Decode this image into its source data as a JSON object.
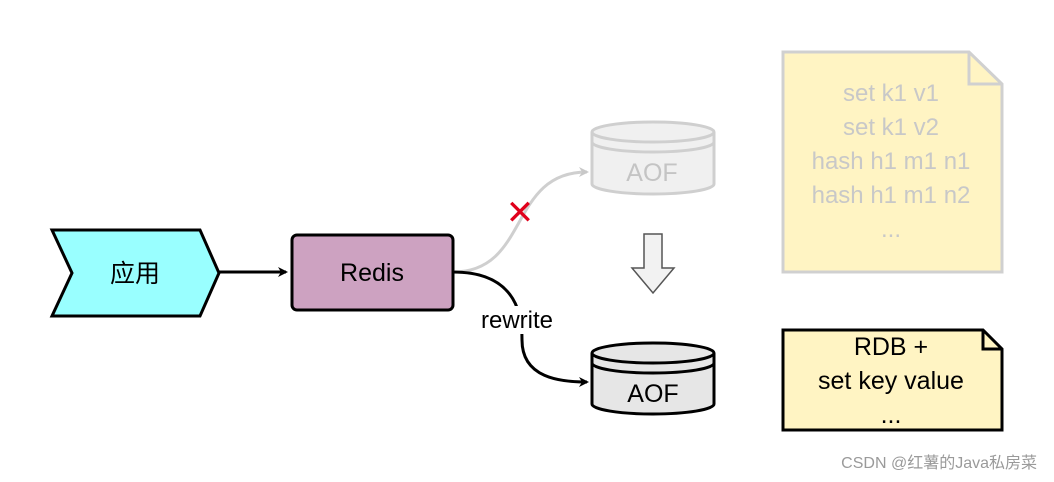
{
  "nodes": {
    "app": {
      "label": "应用",
      "fill": "#99ffff"
    },
    "redis": {
      "label": "Redis",
      "fill": "#cda2c1"
    },
    "aof_old": {
      "label": "AOF",
      "fill": "#f0f0f0"
    },
    "aof_new": {
      "label": "AOF",
      "fill": "#e6e6e6"
    }
  },
  "edges": {
    "rewrite_label": "rewrite",
    "blocked_mark": "✕"
  },
  "notes": {
    "old_commands": [
      "set k1 v1",
      "set k1 v2",
      "hash h1 m1 n1",
      "hash h1 m1 n2",
      "..."
    ],
    "new_content": [
      "RDB +",
      "set key value",
      "..."
    ],
    "note_fill": "#fff4c3"
  },
  "watermark": "CSDN @红薯的Java私房菜",
  "colors": {
    "blocked": "#e0001b",
    "faded_stroke": "#cfcfcf",
    "stroke": "#000000"
  }
}
